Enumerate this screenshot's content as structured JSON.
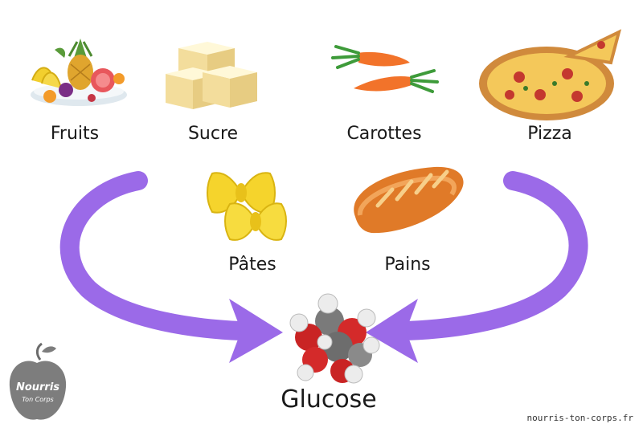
{
  "foods": [
    {
      "label": "Fruits",
      "icon": "fruit-bowl-icon"
    },
    {
      "label": "Sucre",
      "icon": "sugar-cubes-icon"
    },
    {
      "label": "Carottes",
      "icon": "carrots-icon"
    },
    {
      "label": "Pizza",
      "icon": "pizza-icon"
    },
    {
      "label": "Pâtes",
      "icon": "pasta-icon"
    },
    {
      "label": "Pains",
      "icon": "bread-icon"
    }
  ],
  "result": {
    "label": "Glucose",
    "icon": "glucose-molecule-icon"
  },
  "logo": {
    "line1": "Nourris",
    "line2": "Ton Corps"
  },
  "website": "nourris-ton-corps.fr",
  "colors": {
    "arrow": "#9b6ae8",
    "text": "#1a1a1a"
  }
}
